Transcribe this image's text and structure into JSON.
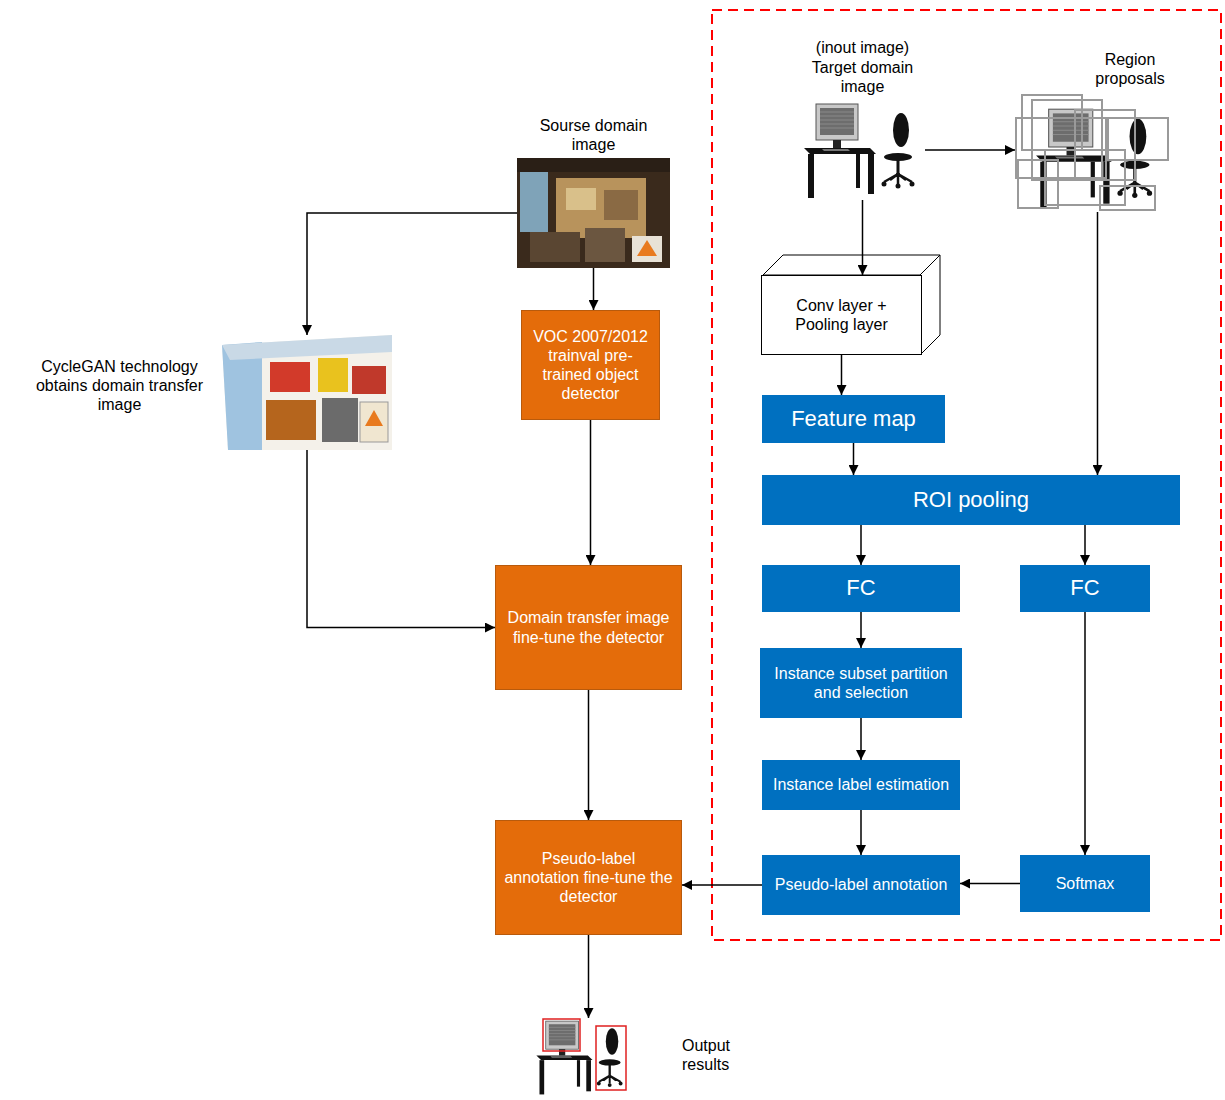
{
  "diagram": {
    "nodes": [
      {
        "text": [
          "Sourse domain image"
        ]
      },
      {
        "text": [
          "CycleGAN technology obtains domain transfer image"
        ]
      },
      {
        "text": [
          "VOC 2007/2012 trainval pre-trained object detector"
        ]
      },
      {
        "text": [
          "Domain transfer image fine-tune the detector"
        ]
      },
      {
        "text": [
          "Pseudo-label annotation fine-tune the detector"
        ]
      },
      {
        "text": [
          "Output results"
        ]
      },
      {
        "text": [
          "(inout image) Target domain image"
        ]
      },
      {
        "text": [
          "Region proposals"
        ]
      },
      {
        "text": [
          "Conv layer + Pooling layer"
        ]
      },
      {
        "text": [
          "Feature map"
        ]
      },
      {
        "text": [
          "ROI pooling"
        ]
      },
      {
        "text": [
          "FC"
        ]
      },
      {
        "text": [
          "FC"
        ]
      },
      {
        "text": [
          "Instance subset partition and selection"
        ]
      },
      {
        "text": [
          "Instance label estimation"
        ]
      },
      {
        "text": [
          "Pseudo-label annotation"
        ]
      },
      {
        "text": [
          "Softmax"
        ]
      }
    ],
    "edges": [
      {
        "from": 0,
        "to": 1,
        "arrow": "to"
      },
      {
        "from": 0,
        "to": 2,
        "arrow": "to"
      },
      {
        "from": 2,
        "to": 3,
        "arrow": "to"
      },
      {
        "from": 1,
        "to": 3,
        "arrow": "to"
      },
      {
        "from": 3,
        "to": 4,
        "arrow": "to"
      },
      {
        "from": 4,
        "to": 5,
        "arrow": "to"
      },
      {
        "from": 6,
        "to": 7,
        "arrow": "to"
      },
      {
        "from": 6,
        "to": 8,
        "arrow": "to"
      },
      {
        "from": 8,
        "to": 9,
        "arrow": "to"
      },
      {
        "from": 9,
        "to": 10,
        "arrow": "to"
      },
      {
        "from": 7,
        "to": 10,
        "arrow": "to"
      },
      {
        "from": 10,
        "to": 11,
        "arrow": "to"
      },
      {
        "from": 10,
        "to": 12,
        "arrow": "to"
      },
      {
        "from": 11,
        "to": 13,
        "arrow": "to"
      },
      {
        "from": 13,
        "to": 14,
        "arrow": "to"
      },
      {
        "from": 14,
        "to": 15,
        "arrow": "to"
      },
      {
        "from": 12,
        "to": 16,
        "arrow": "to"
      },
      {
        "from": 16,
        "to": 15,
        "arrow": "to"
      },
      {
        "from": 15,
        "to": 4,
        "arrow": "to"
      }
    ]
  }
}
